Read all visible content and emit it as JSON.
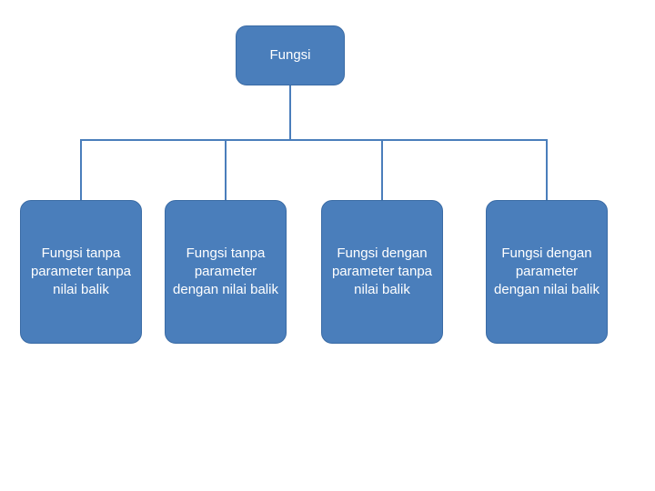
{
  "diagram": {
    "type": "tree",
    "root": {
      "label": "Fungsi"
    },
    "children": [
      {
        "label": "Fungsi tanpa parameter tanpa nilai balik"
      },
      {
        "label": "Fungsi tanpa parameter dengan nilai balik"
      },
      {
        "label": "Fungsi dengan parameter tanpa nilai balik"
      },
      {
        "label": "Fungsi dengan parameter dengan nilai balik"
      }
    ],
    "colors": {
      "node_fill": "#4A7EBB",
      "node_border": "#3A6BA5",
      "node_text": "#FFFFFF",
      "connector": "#4A7EBB",
      "background": "#FFFFFF"
    }
  }
}
